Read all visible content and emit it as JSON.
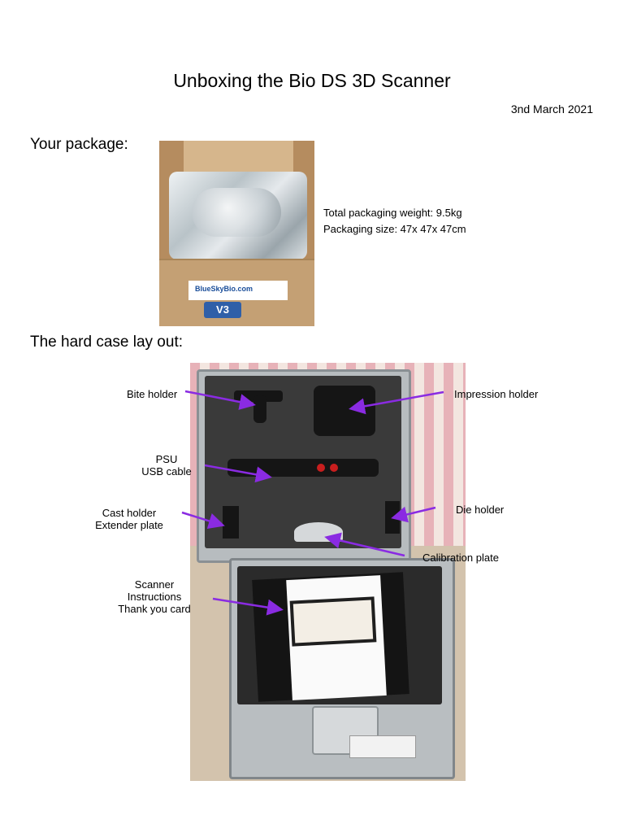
{
  "title": "Unboxing the Bio DS 3D Scanner",
  "date": "3nd March 2021",
  "section_package": "Your package:",
  "package": {
    "weight": "Total packaging weight: 9.5kg",
    "size": "Packaging size: 47x 47x 47cm",
    "box_label": "BlueSkyBio.com",
    "box_badge": "V3"
  },
  "section_case": "The hard case lay out:",
  "labels": {
    "bite_holder": "Bite holder",
    "impression_holder": "Impression holder",
    "psu_line1": "PSU",
    "psu_line2": "USB cable",
    "cast_line1": "Cast holder",
    "cast_line2": "Extender plate",
    "die_holder": "Die holder",
    "calibration_plate": "Calibration plate",
    "scanner_line1": "Scanner",
    "scanner_line2": "Instructions",
    "scanner_line3": "Thank you card"
  },
  "colors": {
    "arrow": "#8a2be2"
  }
}
